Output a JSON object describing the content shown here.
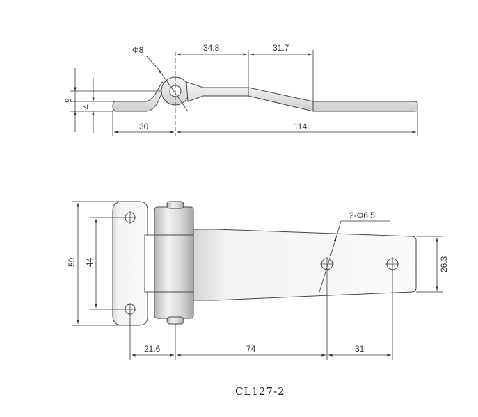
{
  "caption": "CL127-2",
  "side_view": {
    "dims": {
      "pin_diameter": "Φ8",
      "d_34_8": "34.8",
      "d_31_7": "31.7",
      "d_9": "9",
      "d_4": "4",
      "d_30": "30",
      "d_114": "114"
    }
  },
  "plan_view": {
    "dims": {
      "holes": "2-Φ6.5",
      "d_59": "59",
      "d_44": "44",
      "d_26_3": "26.3",
      "d_21_6": "21.6",
      "d_74": "74",
      "d_31": "31"
    }
  },
  "colors": {
    "metal_light": "#f4f4f4",
    "metal_mid": "#dcdcdc",
    "metal_dark": "#a8a8a8",
    "line": "#333333"
  }
}
